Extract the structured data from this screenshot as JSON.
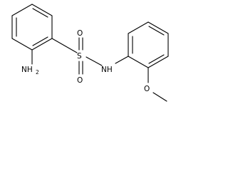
{
  "structure": {
    "atoms": {
      "amine_n": "NH",
      "amine_h_count": "2",
      "sulfur": "S",
      "oxygen_top": "O",
      "oxygen_bottom": "O",
      "amide_nh": "NH",
      "ether_o": "O"
    }
  },
  "colors": {
    "bond": "#000000",
    "label": "#000000",
    "background": "#ffffff"
  }
}
